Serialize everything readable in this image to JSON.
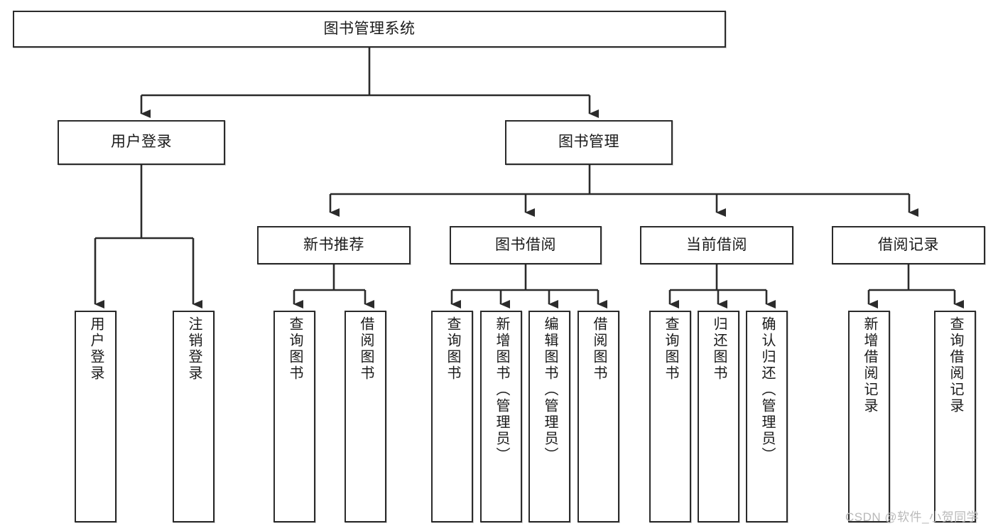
{
  "diagram": {
    "title": "图书管理系统",
    "type": "tree",
    "watermark": "CSDN @软件_小贺同学",
    "colors": {
      "node_border": "#2b2b2b",
      "node_fill": "#ffffff",
      "edge": "#2b2b2b",
      "background": "#ffffff",
      "watermark": "#b9b9b9"
    },
    "nodes": {
      "root": {
        "label": "图书管理系统"
      },
      "level2": [
        {
          "id": "user-login",
          "label": "用户登录"
        },
        {
          "id": "book-manage",
          "label": "图书管理"
        }
      ],
      "level3": [
        {
          "id": "new-book-rec",
          "label": "新书推荐"
        },
        {
          "id": "book-borrow",
          "label": "图书借阅"
        },
        {
          "id": "current-borrow",
          "label": "当前借阅"
        },
        {
          "id": "borrow-record",
          "label": "借阅记录"
        }
      ],
      "leaves": {
        "user-login": [
          {
            "id": "leaf-user-login",
            "label": "用户登录"
          },
          {
            "id": "leaf-logout",
            "label": "注销登录"
          }
        ],
        "new-book-rec": [
          {
            "id": "leaf-query-book-1",
            "label": "查询图书"
          },
          {
            "id": "leaf-borrow-book-1",
            "label": "借阅图书"
          }
        ],
        "book-borrow": [
          {
            "id": "leaf-query-book-2",
            "label": "查询图书"
          },
          {
            "id": "leaf-add-book",
            "label": "新增图书（管理员）"
          },
          {
            "id": "leaf-edit-book",
            "label": "编辑图书（管理员）"
          },
          {
            "id": "leaf-borrow-book-2",
            "label": "借阅图书"
          }
        ],
        "current-borrow": [
          {
            "id": "leaf-query-book-3",
            "label": "查询图书"
          },
          {
            "id": "leaf-return-book",
            "label": "归还图书"
          },
          {
            "id": "leaf-confirm-return",
            "label": "确认归还（管理员）"
          }
        ],
        "borrow-record": [
          {
            "id": "leaf-add-record",
            "label": "新增借阅记录"
          },
          {
            "id": "leaf-query-record",
            "label": "查询借阅记录"
          }
        ]
      }
    }
  }
}
